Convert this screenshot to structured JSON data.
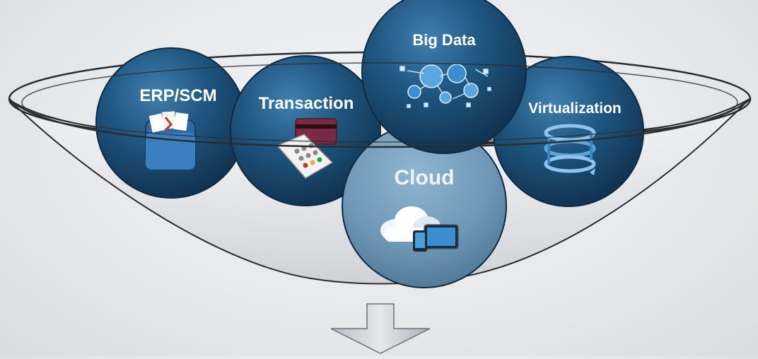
{
  "diagram": {
    "circles": [
      {
        "id": "erp",
        "label": "ERP/SCM",
        "icon": "file-folder-icon"
      },
      {
        "id": "transaction",
        "label": "Transaction",
        "icon": "card-terminal-icon"
      },
      {
        "id": "cloud",
        "label": "Cloud",
        "icon": "cloud-devices-icon"
      },
      {
        "id": "virtualization",
        "label": "Virtualization",
        "icon": "server-stack-icon"
      },
      {
        "id": "bigdata",
        "label": "Big Data",
        "icon": "data-network-icon"
      }
    ],
    "arrow": {
      "icon": "down-arrow-icon"
    },
    "colors": {
      "circle_fill": "#1b4a6e",
      "circle_light": "#3f7fae",
      "funnel_stroke": "#2a2d30",
      "arrow_fill": "#c9cdd1",
      "text": "#ffffff"
    }
  }
}
